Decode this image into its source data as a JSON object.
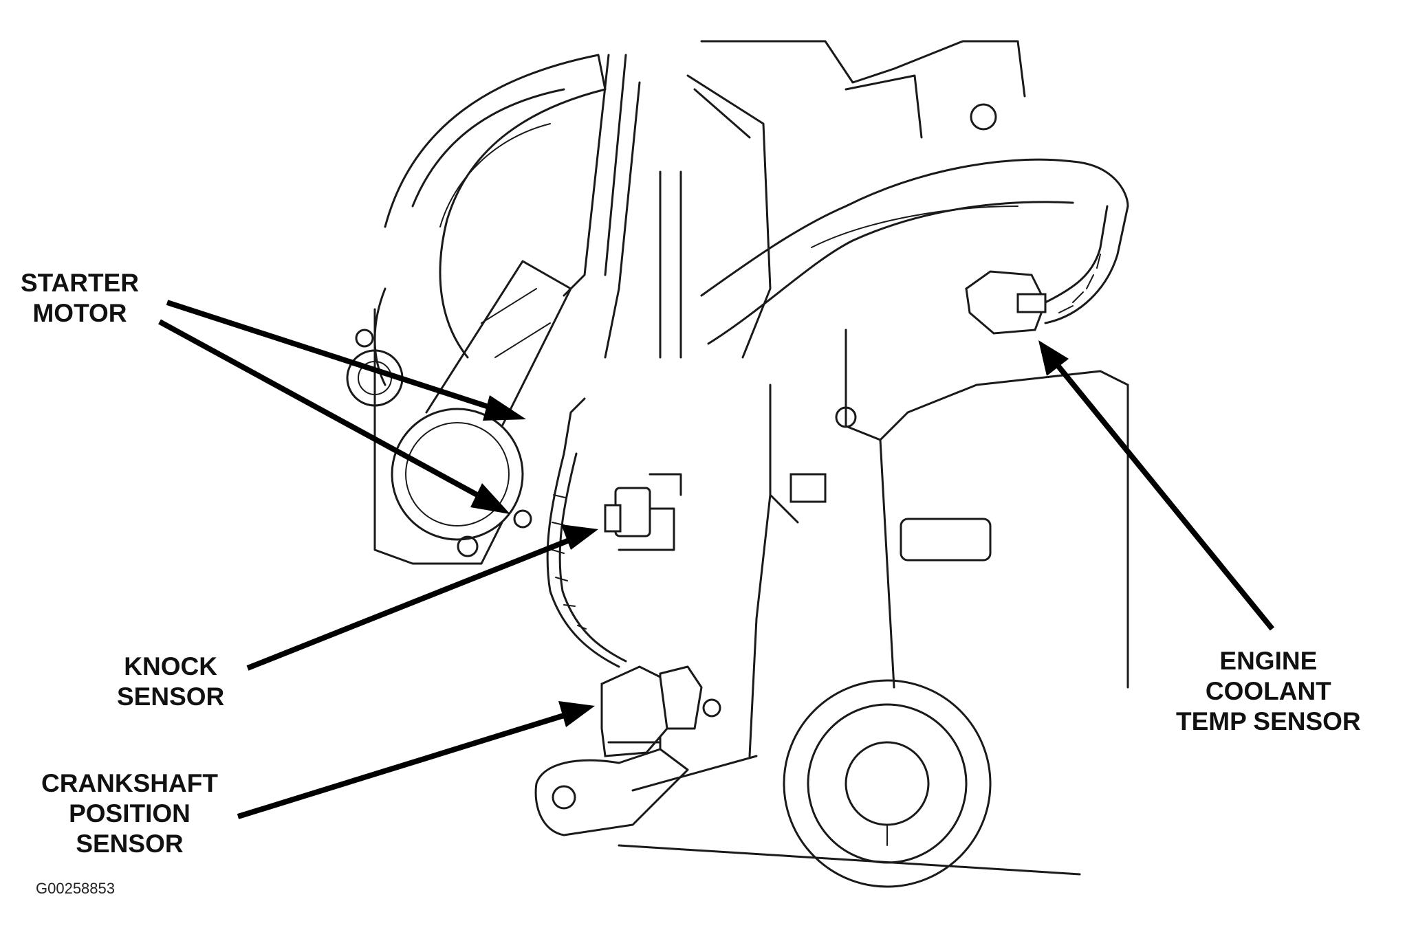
{
  "labels": {
    "starter_motor": [
      "STARTER",
      "MOTOR"
    ],
    "knock_sensor": [
      "KNOCK",
      "SENSOR"
    ],
    "crankshaft_position_sensor": [
      "CRANKSHAFT",
      "POSITION",
      "SENSOR"
    ],
    "engine_coolant_temp_sensor": [
      "ENGINE",
      "COOLANT",
      "TEMP SENSOR"
    ]
  },
  "figure_id": "G00258853"
}
